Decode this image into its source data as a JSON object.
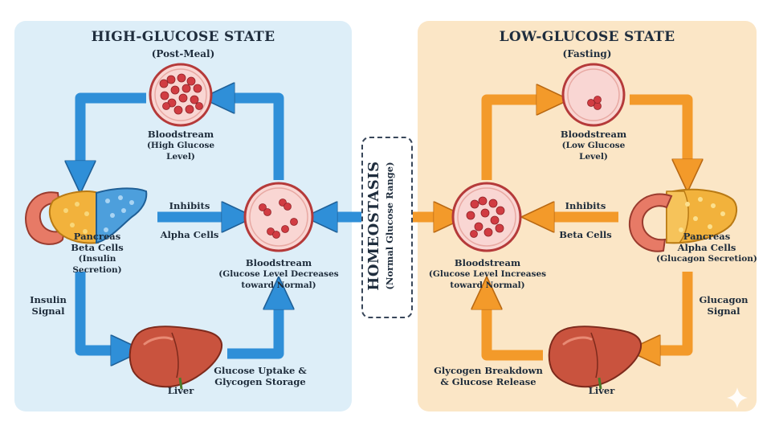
{
  "high": {
    "title": "HIGH-GLUCOSE STATE",
    "subtitle": "(Post-Meal)",
    "bloodstream_top": {
      "line1": "Bloodstream",
      "line2": "(High Glucose Level)"
    },
    "pancreas": {
      "line1": "Pancreas",
      "line2": "Beta Cells",
      "line3": "(Insulin Secretion)"
    },
    "inhibits": "Inhibits",
    "inhibits_target": "Alpha Cells",
    "bloodstream_mid": {
      "line1": "Bloodstream",
      "line2": "(Glucose Level Decreases",
      "line3": "toward Normal)"
    },
    "signal": {
      "line1": "Insulin",
      "line2": "Signal"
    },
    "liver": "Liver",
    "action": {
      "line1": "Glucose Uptake &",
      "line2": "Glycogen Storage"
    }
  },
  "low": {
    "title": "LOW-GLUCOSE STATE",
    "subtitle": "(Fasting)",
    "bloodstream_top": {
      "line1": "Bloodstream",
      "line2": "(Low Glucose Level)"
    },
    "pancreas": {
      "line1": "Pancreas",
      "line2": "Alpha Cells",
      "line3": "(Glucagon Secretion)"
    },
    "inhibits": "Inhibits",
    "inhibits_target": "Beta Cells",
    "bloodstream_mid": {
      "line1": "Bloodstream",
      "line2": "(Glucose Level Increases",
      "line3": "toward Normal)"
    },
    "signal": {
      "line1": "Glucagon",
      "line2": "Signal"
    },
    "liver": "Liver",
    "action": {
      "line1": "Glycogen Breakdown",
      "line2": "& Glucose Release"
    }
  },
  "center": {
    "title": "HOMEOSTASIS",
    "subtitle": "(Normal Glucose Range)"
  },
  "colors": {
    "high_panel": "#ddeef8",
    "low_panel": "#fbe6c6",
    "blue_arrow": "#2f8fd8",
    "orange_arrow": "#f39a2a",
    "cell_outline": "#b53a3a",
    "cell_fill": "#f9d6d3",
    "glucose": "#d13c42",
    "liver": "#c9533e",
    "beta_cells": "#3f97d6",
    "alpha_cells": "#f0b33a"
  },
  "icons": [
    "bloodstream-cell-icon",
    "pancreas-icon",
    "liver-icon",
    "sparkle-icon"
  ]
}
